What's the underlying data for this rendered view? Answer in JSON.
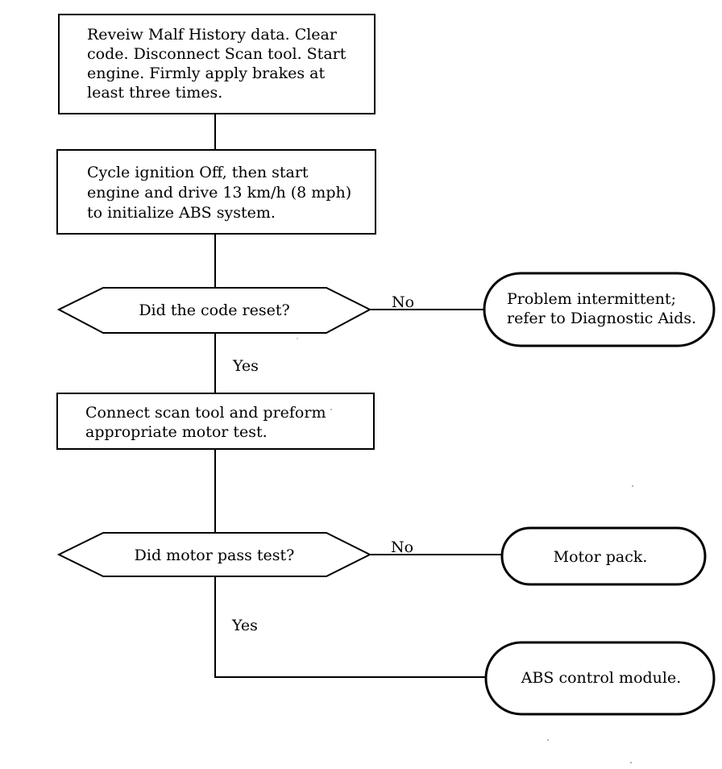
{
  "flowchart": {
    "steps": {
      "review": {
        "lines": [
          "Reveiw Malf History data.  Clear",
          "code. Disconnect Scan tool. Start",
          "engine. Firmly apply brakes at",
          "least three times."
        ]
      },
      "cycle": {
        "lines": [
          "Cycle ignition Off, then start",
          "engine and drive 13 km/h (8 mph)",
          "to initialize ABS system."
        ]
      },
      "connect": {
        "lines": [
          "Connect scan tool and preform",
          "appropriate motor test."
        ]
      }
    },
    "decisions": {
      "code_reset": {
        "question": "Did the code reset?"
      },
      "motor_pass": {
        "question": "Did motor pass test?"
      }
    },
    "outcomes": {
      "intermittent": {
        "lines": [
          "Problem intermittent;",
          "refer to Diagnostic Aids."
        ]
      },
      "motor_pack": {
        "lines": [
          "Motor pack."
        ]
      },
      "abs_module": {
        "lines": [
          "ABS control module."
        ]
      }
    },
    "edge_labels": {
      "reset_no": "No",
      "reset_yes": "Yes",
      "motor_no": "No",
      "motor_yes": "Yes"
    }
  }
}
